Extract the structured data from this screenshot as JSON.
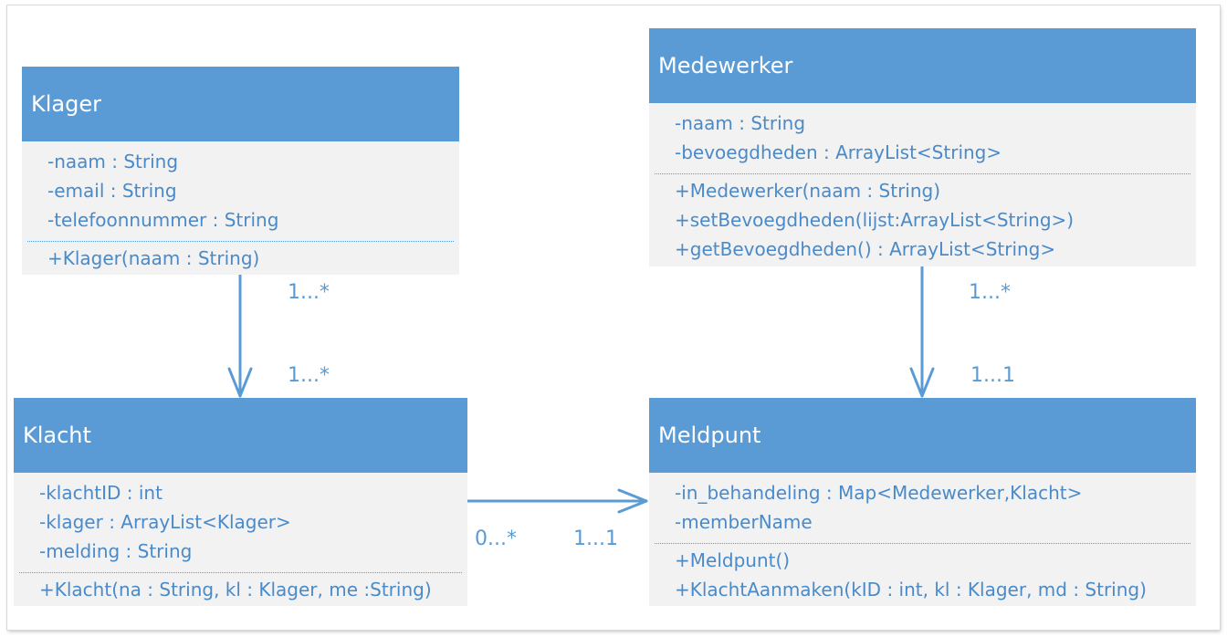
{
  "classes": {
    "klager": {
      "name": "Klager",
      "attributes": [
        "-naam : String",
        "-email : String",
        "-telefoonnummer : String"
      ],
      "methods": [
        "+Klager(naam : String)"
      ]
    },
    "medewerker": {
      "name": "Medewerker",
      "attributes": [
        "-naam : String",
        "-bevoegdheden : ArrayList<String>"
      ],
      "methods": [
        "+Medewerker(naam : String)",
        "+setBevoegdheden(lijst:ArrayList<String>)",
        "+getBevoegdheden() : ArrayList<String>"
      ]
    },
    "klacht": {
      "name": "Klacht",
      "attributes": [
        "-klachtID : int",
        "-klager : ArrayList<Klager>",
        "-melding : String"
      ],
      "methods": [
        "+Klacht(na : String, kl : Klager, me :String)"
      ]
    },
    "meldpunt": {
      "name": "Meldpunt",
      "attributes": [
        "-in_behandeling : Map<Medewerker,Klacht>",
        "-memberName"
      ],
      "methods": [
        "+Meldpunt()",
        "+KlachtAanmaken(kID : int, kl : Klager, md : String)"
      ]
    }
  },
  "associations": {
    "klager_klacht": {
      "source_mult": "1...*",
      "target_mult": "1...*"
    },
    "medewerker_meldpunt": {
      "source_mult": "1...*",
      "target_mult": "1...1"
    },
    "klacht_meldpunt": {
      "source_mult": "0...*",
      "target_mult": "1...1"
    }
  },
  "colors": {
    "header": "#5b9bd5",
    "body": "#f2f2f2",
    "text": "#4a8ac9",
    "line": "#5b9bd5"
  }
}
